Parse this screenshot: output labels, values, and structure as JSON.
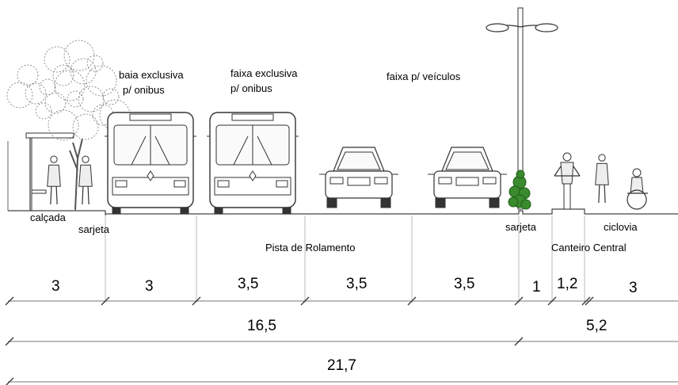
{
  "labels": {
    "bay_bus": [
      "baia exclusiva",
      "p/ onibus"
    ],
    "lane_bus": [
      "faixa exclusiva",
      "p/ onibus"
    ],
    "lane_vehicles": "faixa p/ veículos",
    "sidewalk": "calçada",
    "gutter_left": "sarjeta",
    "gutter_right": "sarjeta",
    "roadway": "Pista de Rolamento",
    "bikeway": "ciclovia",
    "median": "Canteiro Central"
  },
  "dimensions": {
    "row1": [
      "3",
      "3",
      "3,5",
      "3,5",
      "3,5",
      "1",
      "1,2",
      "3"
    ],
    "row2": [
      "16,5",
      "5,2"
    ],
    "row3": [
      "21,7"
    ]
  },
  "colors": {
    "ink": "#000000",
    "line": "#666666",
    "light": "#999999",
    "plant": "#3a8a2e",
    "plant_dark": "#1f5e18"
  }
}
